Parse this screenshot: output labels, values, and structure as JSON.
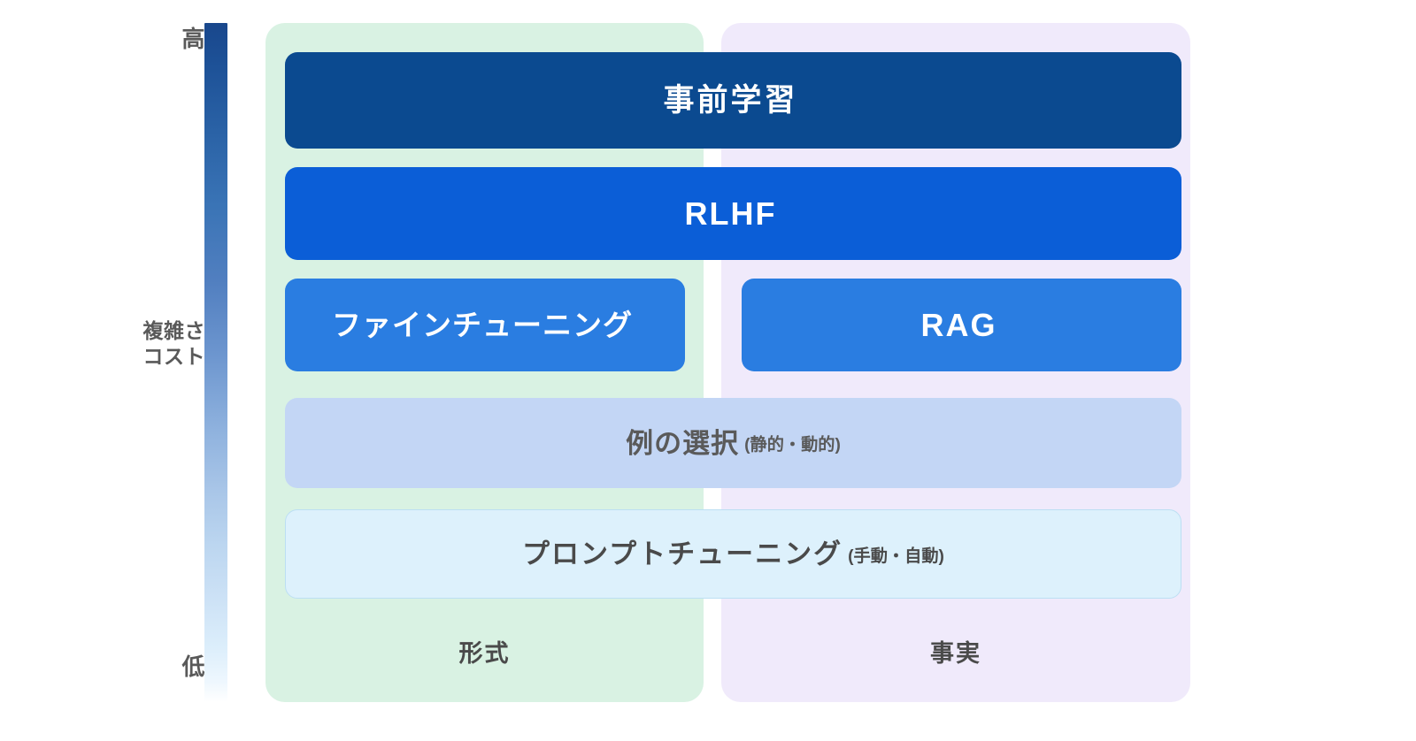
{
  "axis": {
    "high_label": "高",
    "mid_label": "複雑さ\nコスト",
    "low_label": "低",
    "gradient_top_color": "#19478c",
    "gradient_bottom_color": "#ffffff"
  },
  "columns": [
    {
      "key": "format",
      "caption": "形式",
      "background_color": "#d9f2e3"
    },
    {
      "key": "fact",
      "caption": "事実",
      "background_color": "#f0eafb"
    }
  ],
  "bars": [
    {
      "key": "pretraining",
      "label": "事前学習",
      "sub": "",
      "color": "#0b4a90",
      "text_color": "#ffffff",
      "span": "both"
    },
    {
      "key": "rlhf",
      "label": "RLHF",
      "sub": "",
      "color": "#0b5ed7",
      "text_color": "#ffffff",
      "span": "both"
    },
    {
      "key": "finetuning",
      "label": "ファインチューニング",
      "sub": "",
      "color": "#2a7de1",
      "text_color": "#ffffff",
      "span": "format"
    },
    {
      "key": "rag",
      "label": "RAG",
      "sub": "",
      "color": "#2a7de1",
      "text_color": "#ffffff",
      "span": "fact"
    },
    {
      "key": "example-selection",
      "label": "例の選択",
      "sub": "(静的・動的)",
      "color": "#c3d6f5",
      "text_color": "#5a5a5a",
      "span": "both"
    },
    {
      "key": "prompt-tuning",
      "label": "プロンプトチューニング",
      "sub": "(手動・自動)",
      "color": "#ddf1fc",
      "text_color": "#4a4a4a",
      "span": "both"
    }
  ]
}
